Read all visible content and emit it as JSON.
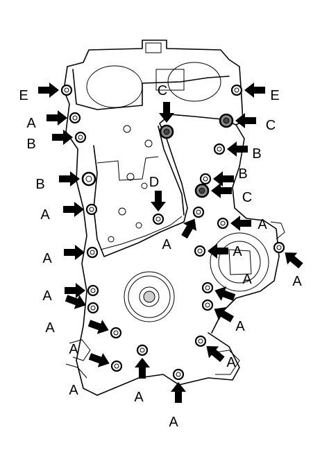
{
  "diagram": {
    "bolt_labels": {
      "a": "A",
      "b": "B",
      "c": "C",
      "d": "D",
      "e": "E"
    }
  }
}
